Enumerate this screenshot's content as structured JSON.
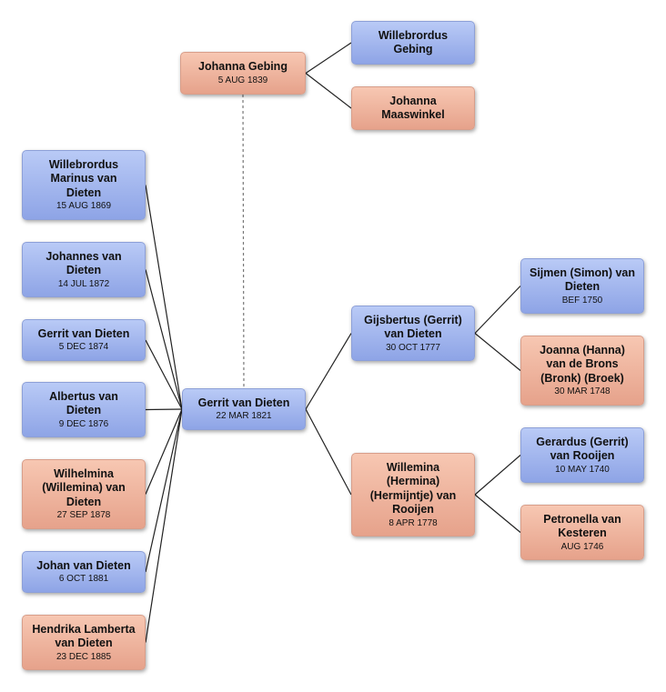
{
  "people": {
    "johanna_gebing": {
      "name": "Johanna Gebing",
      "date": "5 AUG 1839",
      "sex": "female"
    },
    "willebrordus_gebing": {
      "name": "Willebrordus Gebing",
      "date": "",
      "sex": "male"
    },
    "johanna_maaswinkel": {
      "name": "Johanna Maaswinkel",
      "date": "",
      "sex": "female"
    },
    "willebrordus_marinus": {
      "name": "Willebrordus Marinus van Dieten",
      "date": "15 AUG 1869",
      "sex": "male"
    },
    "johannes": {
      "name": "Johannes van Dieten",
      "date": "14 JUL 1872",
      "sex": "male"
    },
    "gerrit_1874": {
      "name": "Gerrit van Dieten",
      "date": "5 DEC 1874",
      "sex": "male"
    },
    "albertus": {
      "name": "Albertus van Dieten",
      "date": "9 DEC 1876",
      "sex": "male"
    },
    "wilhelmina": {
      "name": "Wilhelmina (Willemina) van Dieten",
      "date": "27 SEP 1878",
      "sex": "female"
    },
    "johan": {
      "name": "Johan van Dieten",
      "date": "6 OCT 1881",
      "sex": "male"
    },
    "hendrika": {
      "name": "Hendrika Lamberta van Dieten",
      "date": "23 DEC 1885",
      "sex": "female"
    },
    "gerrit_1821": {
      "name": "Gerrit van Dieten",
      "date": "22 MAR 1821",
      "sex": "male"
    },
    "gijsbertus": {
      "name": "Gijsbertus (Gerrit) van Dieten",
      "date": "30 OCT 1777",
      "sex": "male"
    },
    "willemina_rooijen": {
      "name": "Willemina (Hermina) (Hermijntje) van Rooijen",
      "date": "8 APR 1778",
      "sex": "female"
    },
    "sijmen": {
      "name": "Sijmen (Simon) van Dieten",
      "date": "BEF 1750",
      "sex": "male"
    },
    "joanna": {
      "name": "Joanna (Hanna) van de Brons (Bronk) (Broek)",
      "date": "30 MAR 1748",
      "sex": "female"
    },
    "gerardus": {
      "name": "Gerardus (Gerrit) van Rooijen",
      "date": "10 MAY 1740",
      "sex": "male"
    },
    "petronella": {
      "name": "Petronella van Kesteren",
      "date": "AUG 1746",
      "sex": "female"
    }
  },
  "links": [
    {
      "from": "johanna_gebing",
      "to": "willebrordus_gebing",
      "style": "solid"
    },
    {
      "from": "johanna_gebing",
      "to": "johanna_maaswinkel",
      "style": "solid"
    },
    {
      "from": "johanna_gebing",
      "to": "gerrit_1821",
      "style": "dashed"
    },
    {
      "from": "willebrordus_marinus",
      "to": "gerrit_1821",
      "style": "solid"
    },
    {
      "from": "johannes",
      "to": "gerrit_1821",
      "style": "solid"
    },
    {
      "from": "gerrit_1874",
      "to": "gerrit_1821",
      "style": "solid"
    },
    {
      "from": "albertus",
      "to": "gerrit_1821",
      "style": "solid"
    },
    {
      "from": "wilhelmina",
      "to": "gerrit_1821",
      "style": "solid"
    },
    {
      "from": "johan",
      "to": "gerrit_1821",
      "style": "solid"
    },
    {
      "from": "hendrika",
      "to": "gerrit_1821",
      "style": "solid"
    },
    {
      "from": "gerrit_1821",
      "to": "gijsbertus",
      "style": "solid"
    },
    {
      "from": "gerrit_1821",
      "to": "willemina_rooijen",
      "style": "solid"
    },
    {
      "from": "gijsbertus",
      "to": "sijmen",
      "style": "solid"
    },
    {
      "from": "gijsbertus",
      "to": "joanna",
      "style": "solid"
    },
    {
      "from": "willemina_rooijen",
      "to": "gerardus",
      "style": "solid"
    },
    {
      "from": "willemina_rooijen",
      "to": "petronella",
      "style": "solid"
    }
  ]
}
